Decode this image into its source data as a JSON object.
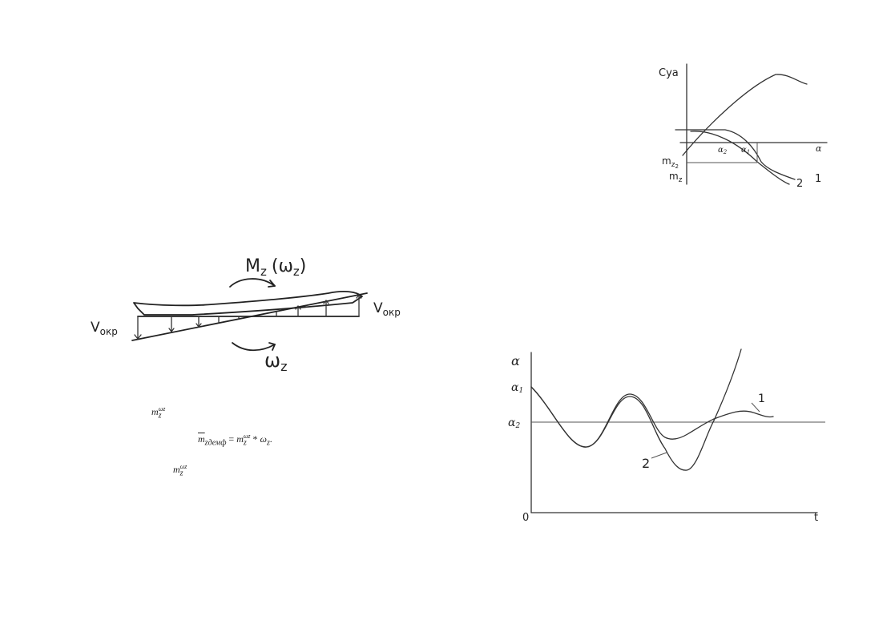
{
  "top_right_chart": {
    "y_label": "Cya",
    "x_label": "α",
    "alpha2": "α",
    "alpha2_sub": "2",
    "alpha1": "α",
    "alpha1_sub": "1",
    "mz2": "m",
    "mz2_sub": "z",
    "mz2_subsub": "2",
    "mz": "m",
    "mz_sub": "z",
    "curve2": "2",
    "curve1": "1"
  },
  "wing_diagram": {
    "moment_label": "M",
    "moment_sub": "z",
    "moment_arg": "(ω",
    "moment_arg_sub": "z",
    "moment_close": ")",
    "omega_label": "ω",
    "omega_sub": "z",
    "v_left": "V",
    "v_left_sub": "окр",
    "v_right": "V",
    "v_right_sub": "окр"
  },
  "formulas": {
    "f1_base": "m",
    "f1_sub": "z",
    "f1_sup": "ωz",
    "f2_lhs": "m",
    "f2_lhs_sub": "zдемф",
    "f2_eq": " = ",
    "f2_m": "m",
    "f2_m_sub": "z",
    "f2_m_sup": "ωz",
    "f2_times": " * ",
    "f2_omega": "ω",
    "f2_omega_sub": "z",
    "f2_dot": ".",
    "f3_base": "m",
    "f3_sub": "z",
    "f3_sup": "ωz"
  },
  "bottom_chart": {
    "y_label": "α",
    "alpha1_label": "α",
    "alpha1_sub": "1",
    "alpha2_label": "α",
    "alpha2_sub": "2",
    "origin": "0",
    "x_label": "t",
    "curve1": "1",
    "curve2": "2"
  }
}
